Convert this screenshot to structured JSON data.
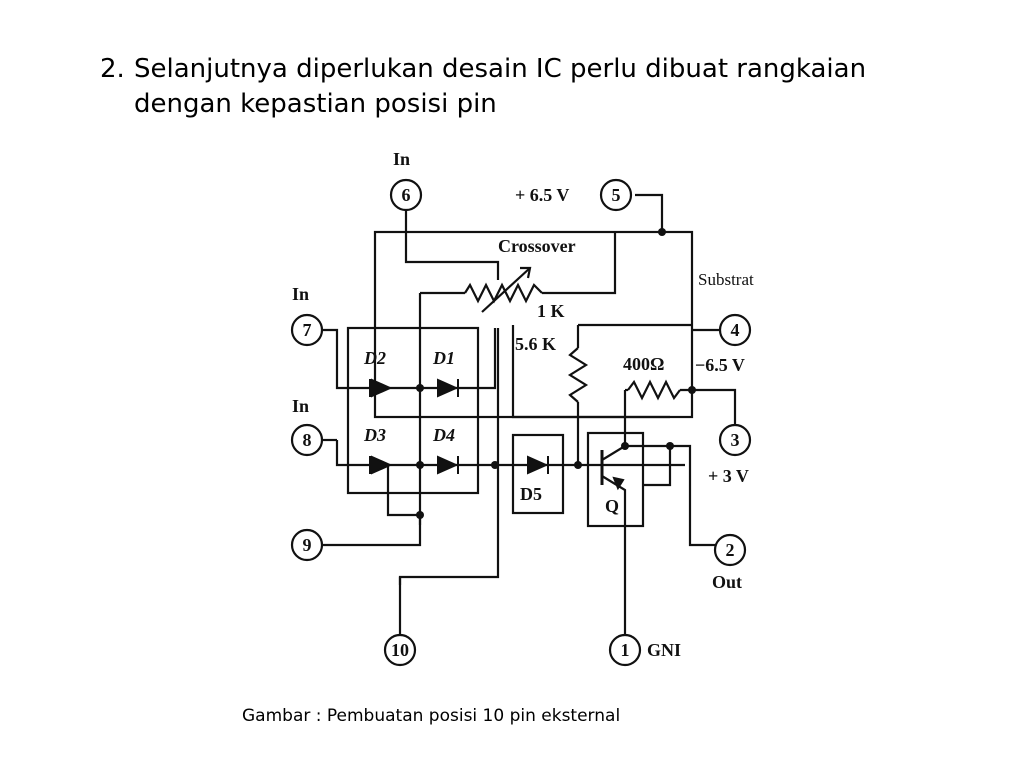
{
  "slide": {
    "step_number": "2.",
    "line1": "Selanjutnya diperlukan desain IC perlu dibuat rangkaian",
    "line2": "dengan kepastian posisi pin"
  },
  "diagram": {
    "pins": [
      "1",
      "2",
      "3",
      "4",
      "5",
      "6",
      "7",
      "8",
      "9",
      "10"
    ],
    "labels": {
      "in6": "In",
      "in7": "In",
      "in8": "In",
      "v_pos": "+ 6.5 V",
      "v_neg": "−6.5 V",
      "v3": "+ 3 V",
      "substrat": "Substrat",
      "crossover": "Crossover",
      "r1": "1 K",
      "r2": "5.6 K",
      "r3": "400Ω",
      "out": "Out",
      "gnd": "GNI",
      "d1": "D1",
      "d2": "D2",
      "d3": "D3",
      "d4": "D4",
      "d5": "D5",
      "q": "Q"
    }
  },
  "caption": "Gambar : Pembuatan posisi 10 pin eksternal"
}
